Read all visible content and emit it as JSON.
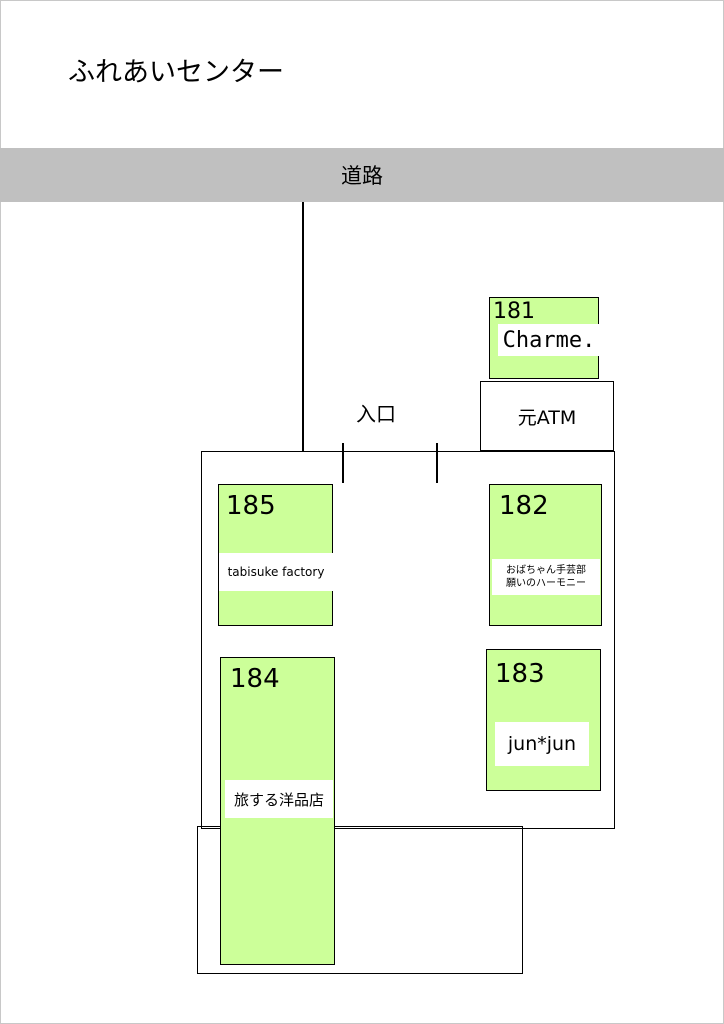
{
  "title": "ふれあいセンター",
  "road": {
    "label": "道路"
  },
  "entrance": {
    "label": "入口"
  },
  "former_atm": {
    "label": "元ATM"
  },
  "booths": [
    {
      "number": "181",
      "name": "Charme."
    },
    {
      "number": "182",
      "name_line1": "おばちゃん手芸部",
      "name_line2": "願いのハーモニー"
    },
    {
      "number": "183",
      "name": "jun*jun"
    },
    {
      "number": "184",
      "name": "旅する洋品店"
    },
    {
      "number": "185",
      "name": "tabisuke factory"
    }
  ],
  "colors": {
    "booth_fill": "#ccff99",
    "road_fill": "#c0c0c0"
  }
}
